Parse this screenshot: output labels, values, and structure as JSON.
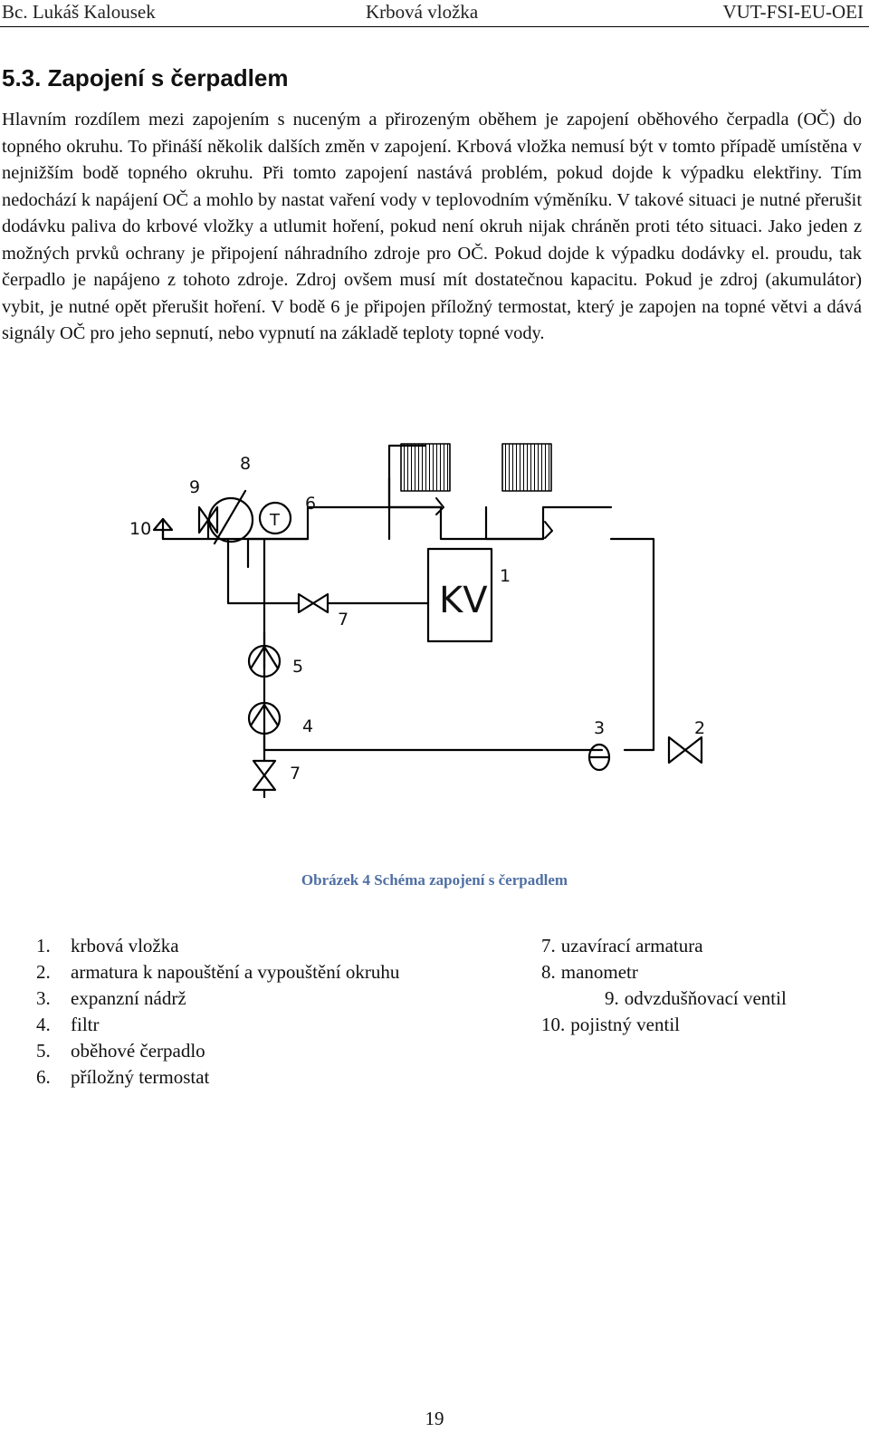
{
  "header": {
    "author": "Bc. Lukáš Kalousek",
    "title": "Krbová vložka",
    "institution": "VUT-FSI-EU-OEI"
  },
  "section": {
    "heading": "5.3. Zapojení s čerpadlem",
    "paragraph": "Hlavním rozdílem mezi zapojením s nuceným a přirozeným oběhem je zapojení oběhového čerpadla (OČ) do topného okruhu. To přináší několik dalších změn v zapojení. Krbová vložka nemusí být v tomto případě umístěna v nejnižším bodě topného okruhu. Při tomto zapojení nastává problém, pokud dojde k výpadku elektřiny. Tím nedochází k napájení OČ a mohlo by nastat vaření vody v teplovodním výměníku. V takové situaci je nutné přerušit dodávku paliva do krbové vložky a utlumit hoření, pokud není okruh nijak chráněn proti této situaci. Jako jeden z možných prvků ochrany je připojení náhradního zdroje pro OČ. Pokud dojde k výpadku dodávky el. proudu, tak čerpadlo je napájeno z tohoto zdroje. Zdroj ovšem musí mít dostatečnou kapacitu. Pokud je zdroj (akumulátor) vybit, je nutné opět přerušit hoření. V bodě 6 je připojen příložný termostat, který je zapojen na topné větvi a dává signály OČ pro jeho sepnutí, nebo vypnutí na základě teploty topné vody."
  },
  "diagram": {
    "kv_label": "KV",
    "thermostat_symbol": "T",
    "labels": {
      "n1": "1",
      "n2": "2",
      "n3": "3",
      "n4": "4",
      "n5": "5",
      "n6": "6",
      "n7a": "7",
      "n7b": "7",
      "n8": "8",
      "n9": "9",
      "n10": "10"
    }
  },
  "caption": "Obrázek 4 Schéma zapojení s čerpadlem",
  "legend": {
    "left": [
      {
        "num": "1.",
        "text": "krbová vložka"
      },
      {
        "num": "2.",
        "text": "armatura k napouštění a vypouštění okruhu"
      },
      {
        "num": "3.",
        "text": "expanzní nádrž"
      },
      {
        "num": "4.",
        "text": "filtr"
      },
      {
        "num": "5.",
        "text": "oběhové čerpadlo"
      },
      {
        "num": "6.",
        "text": "příložný termostat"
      }
    ],
    "right": [
      {
        "num": "7.",
        "text": "uzavírací armatura"
      },
      {
        "num": "8.",
        "text": "manometr"
      },
      {
        "num": "9.",
        "text": "odvzdušňovací ventil"
      },
      {
        "num": "10.",
        "text": "pojistný ventil"
      }
    ]
  },
  "page_number": "19"
}
